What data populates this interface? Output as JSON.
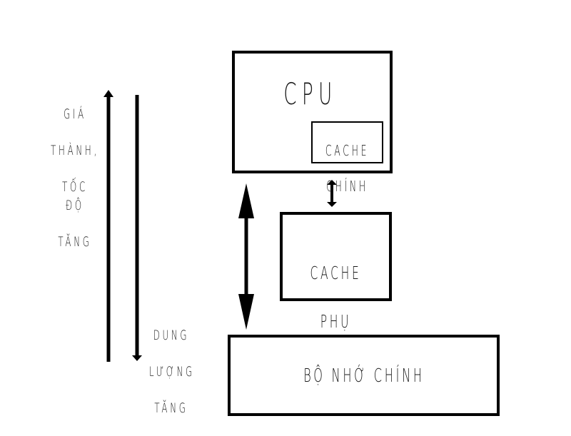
{
  "diagram": {
    "cpu": {
      "label": "CPU"
    },
    "main_cache": {
      "line1": "CACHE",
      "line2": "CHÍNH"
    },
    "secondary_cache": {
      "line1": "CACHE",
      "line2": "PHỤ"
    },
    "main_memory": {
      "label": "BỘ NHỚ CHÍNH"
    },
    "left_axis": {
      "up_label": [
        "GIÁ",
        "THÀNH,",
        "TỐC ĐỘ",
        "TĂNG"
      ],
      "down_label": [
        "DUNG",
        "LƯỢNG",
        "TĂNG"
      ]
    },
    "stroke_color": "#000000"
  }
}
